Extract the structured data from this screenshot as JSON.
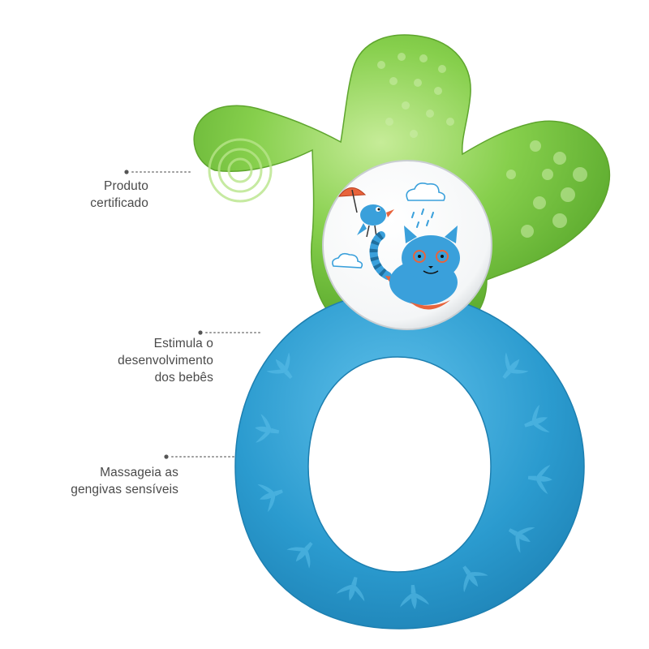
{
  "labels": {
    "certified": {
      "line1": "Produto",
      "line2": "certificado"
    },
    "development": {
      "line1": "Estimula o",
      "line2": "desenvolvimento",
      "line3": "dos bebês"
    },
    "massage": {
      "line1": "Massageia as",
      "line2": "gengivas sensíveis"
    }
  },
  "colors": {
    "green_teether": "#7cc843",
    "blue_ring": "#2f9fd0",
    "white_disc": "#ffffff",
    "cat_blue": "#3aa0db",
    "accent_orange": "#e8643c",
    "label_text": "#4a4a4a",
    "leader_dots": "#8a8a8a"
  },
  "icons": [
    "umbrella-icon",
    "bird-icon",
    "cloud-icon",
    "rain-drops-icon",
    "cat-icon",
    "footprint-icon"
  ]
}
